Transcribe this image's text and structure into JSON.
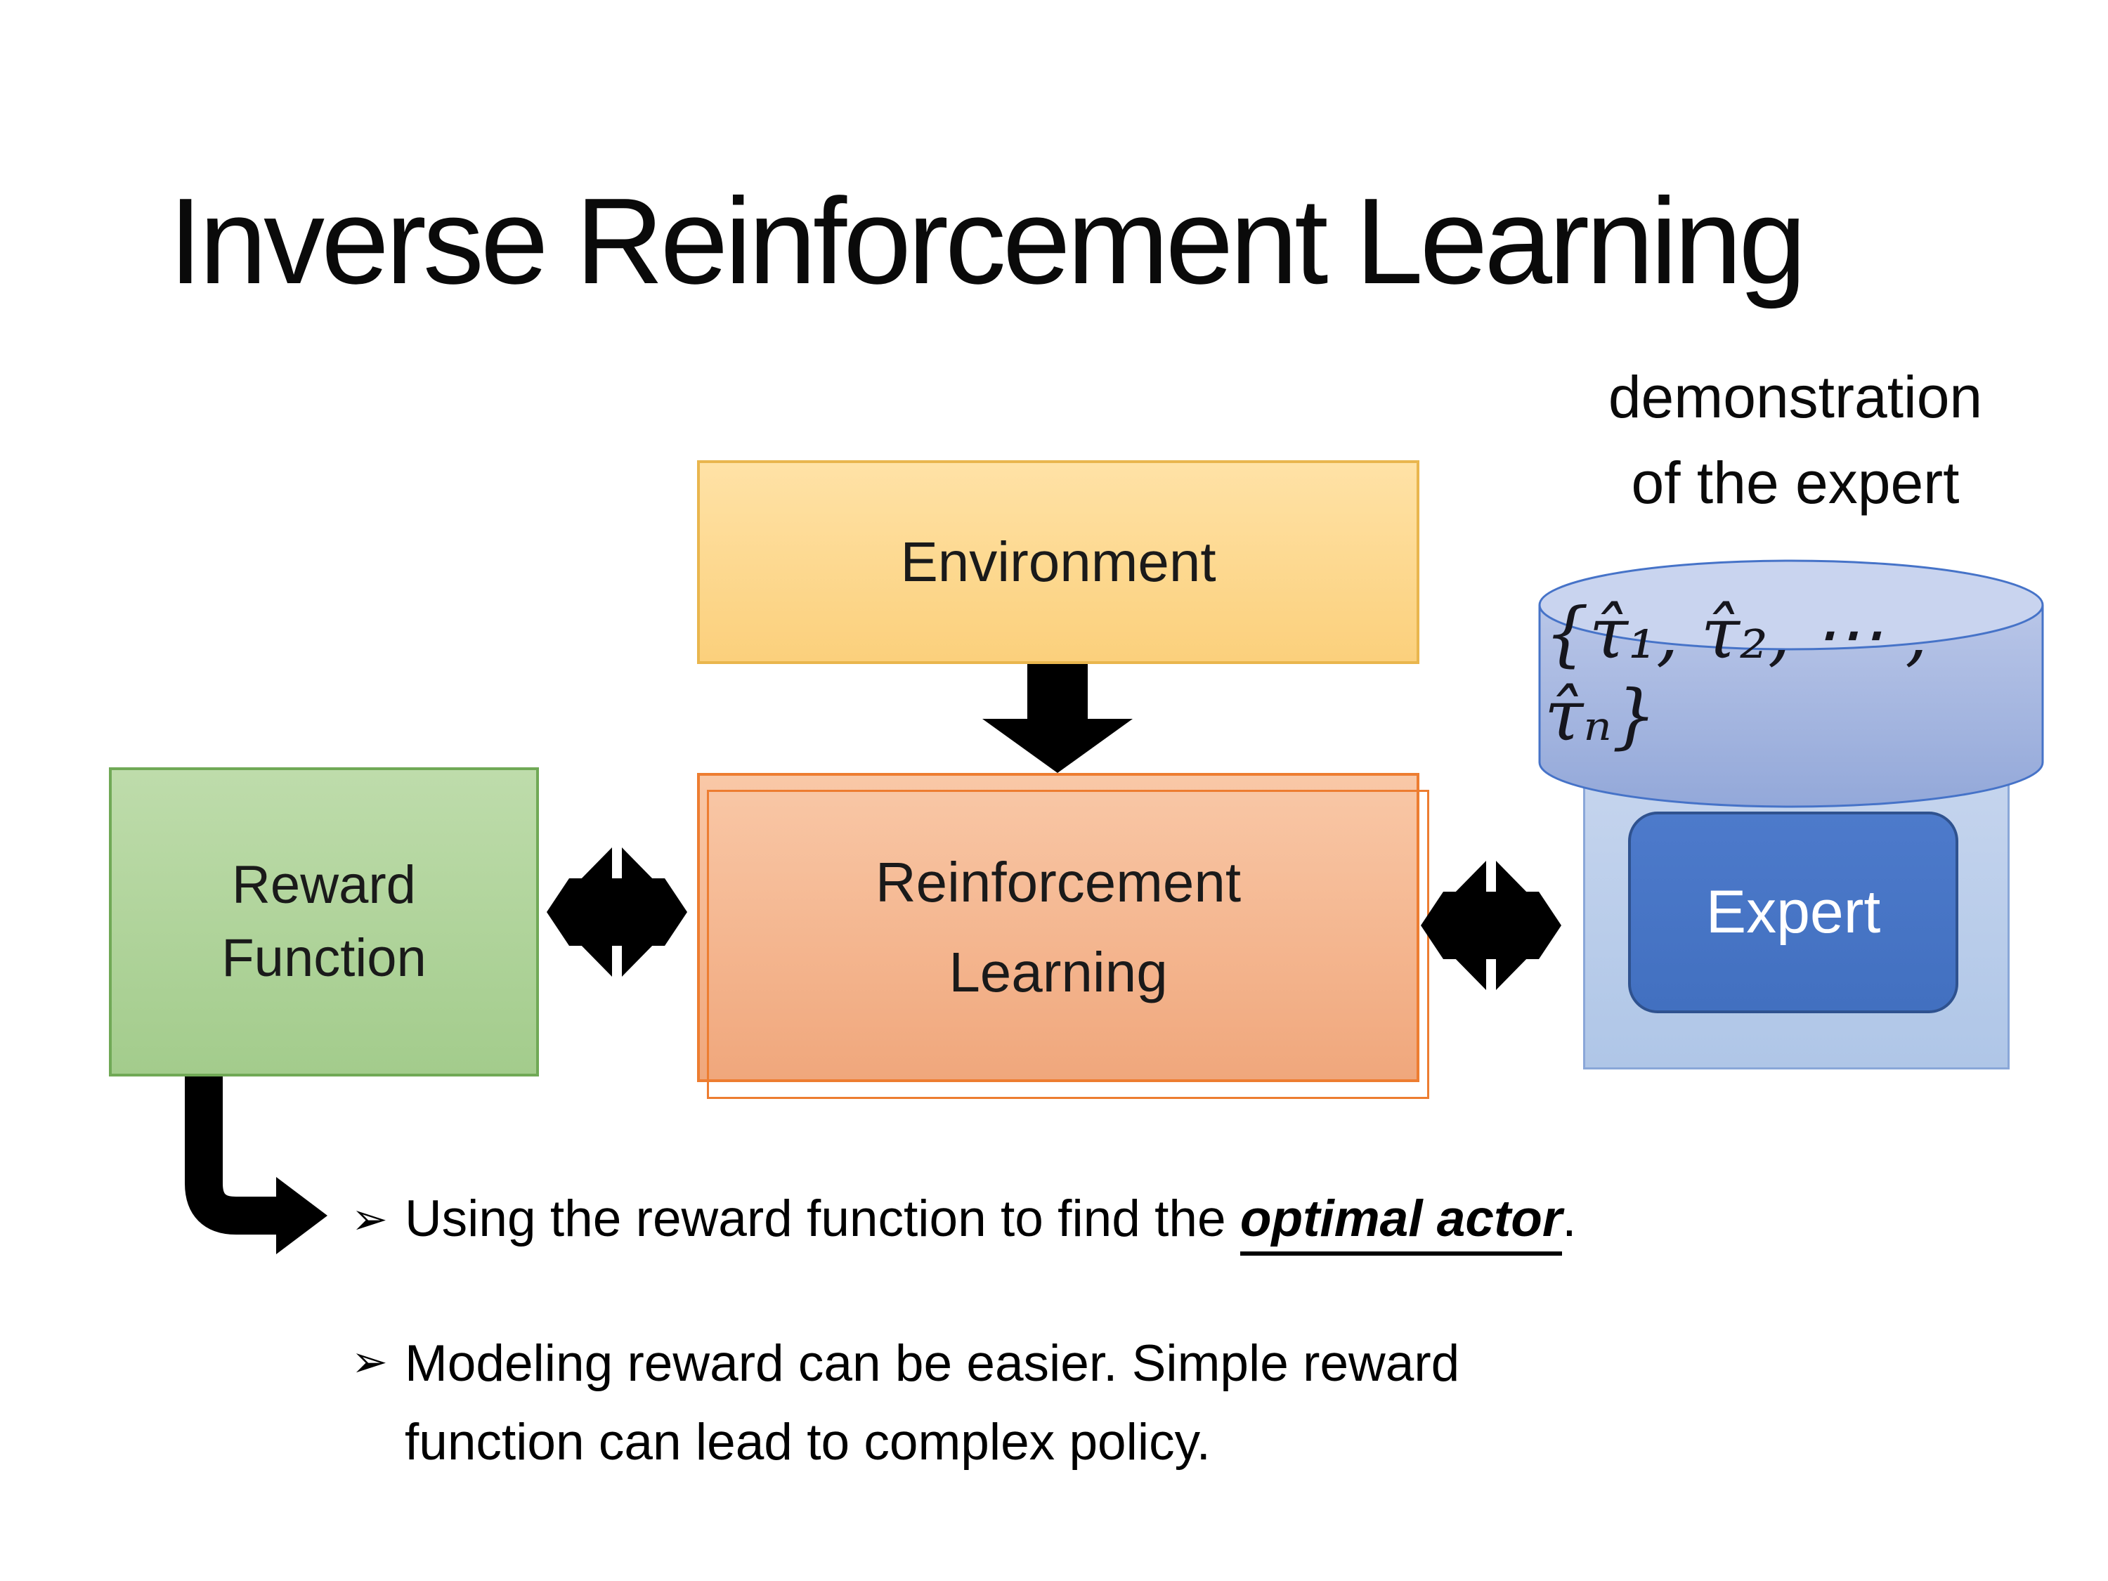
{
  "slide_title": "Inverse Reinforcement Learning",
  "annotation": {
    "line1": "demonstration",
    "line2": "of the expert"
  },
  "diagram": {
    "environment": {
      "label": "Environment"
    },
    "reward_function": {
      "label_line1": "Reward",
      "label_line2": "Function"
    },
    "reinforcement_learning": {
      "label_line1": "Reinforcement",
      "label_line2": "Learning"
    },
    "expert_demonstrations": {
      "formula": "{τ̂₁, τ̂₂, ⋯ , τ̂ₙ}"
    },
    "expert": {
      "label": "Expert"
    }
  },
  "bullets": {
    "marker": "➢",
    "item1": {
      "prefix": "Using the reward function to find the ",
      "highlight": "optimal actor",
      "suffix": "."
    },
    "item2": {
      "line1": "Modeling reward can be easier. Simple reward",
      "line2": "function can lead to complex policy."
    }
  },
  "icons": {
    "bullet_marker": "three-d-rightwards-arrowhead ➢",
    "down_arrow": "solid black downward block arrow",
    "exchange_arrows": "two crossed black double-headed arrows",
    "bent_arrow": "black elbow arrow turning right",
    "database_cylinder": "blue database cylinder"
  },
  "colors": {
    "env_fill_top": "#ffe2a6",
    "env_fill_bottom": "#fbd07c",
    "env_border": "#e9b64e",
    "reward_fill_top": "#bedcab",
    "reward_fill_bottom": "#a3cc8c",
    "reward_border": "#70a956",
    "rl_fill_top": "#f9c8a7",
    "rl_fill_bottom": "#f0a77c",
    "rl_border": "#ed7d31",
    "expertbox_fill_top": "#c6d5ee",
    "expertbox_fill_bottom": "#afc6e7",
    "expertbox_border": "#8aa7d8",
    "cyl_fill_top": "#b9c6e8",
    "cyl_fill_bottom": "#93a8d9",
    "cyl_top_fill": "#c9d4ef",
    "cyl_border": "#4673c8",
    "btn_fill_top": "#4d7acb",
    "btn_fill": "#4270c0",
    "btn_border": "#2f528f",
    "btn_text": "#ffffff",
    "arrow_color": "#000000"
  }
}
